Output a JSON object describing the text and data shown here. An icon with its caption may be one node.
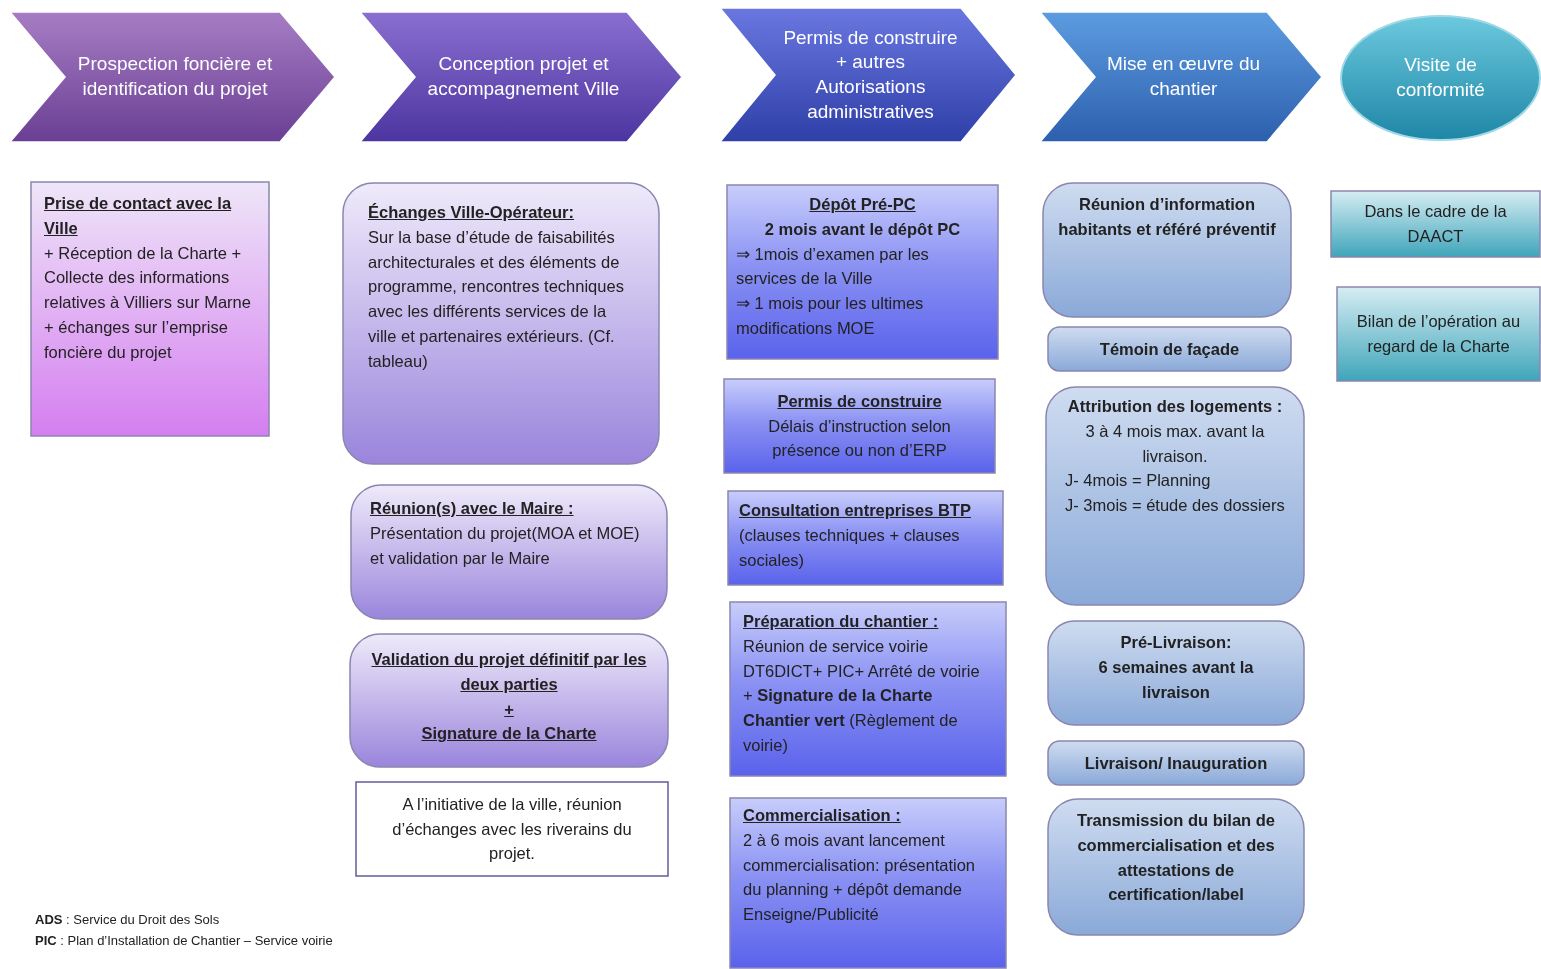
{
  "diagram": {
    "nodes": [
      {
        "text": [
          "Prospection foncière et identification du projet"
        ]
      },
      {
        "text": [
          "Conception projet et accompagnement Ville"
        ]
      },
      {
        "text": [
          "Permis de construire + autres Autorisations administratives"
        ]
      },
      {
        "text": [
          "Mise en œuvre du chantier"
        ]
      },
      {
        "text": [
          "Visite de conformité"
        ]
      },
      {
        "text": [
          "Prise de contact avec la Ville",
          "+ Réception de la Charte + Collecte des informations relatives à Villiers sur Marne + échanges sur l’emprise foncière du projet"
        ]
      },
      {
        "text": [
          "Échanges Ville-Opérateur:",
          "Sur la base d’étude de faisabilités architecturales et des éléments de programme, rencontres techniques avec les différents services de la ville et partenaires extérieurs. (Cf. tableau)"
        ]
      },
      {
        "text": [
          "Réunion(s) avec le Maire :",
          "Présentation du projet(MOA et MOE) et validation par le Maire"
        ]
      },
      {
        "text": [
          "Validation du projet définitif par les deux parties",
          "+",
          "Signature de la Charte"
        ]
      },
      {
        "text": [
          "A l’initiative de la ville, réunion d’échanges avec les riverains du projet."
        ]
      },
      {
        "text": [
          "Dépôt Pré-PC",
          "2 mois avant le dépôt PC",
          "⇒ 1mois d’examen par les services de la Ville",
          "⇒ 1 mois pour les ultimes modifications MOE"
        ]
      },
      {
        "text": [
          "Permis de construire",
          "Délais d’instruction selon présence ou non d’ERP"
        ]
      },
      {
        "text": [
          "Consultation entreprises BTP",
          "(clauses techniques + clauses sociales)"
        ]
      },
      {
        "text": [
          "Préparation du chantier :",
          "Réunion de service voirie DT6DICT+ PIC+ Arrêté de voirie + **Signature de la Charte Chantier vert** (Règlement de voirie)"
        ]
      },
      {
        "text": [
          "Commercialisation :",
          "2 à 6 mois avant lancement commercialisation: présentation du planning + dépôt demande Enseigne/Publicité"
        ]
      },
      {
        "text": [
          "Réunion d’information habitants et référé préventif"
        ]
      },
      {
        "text": [
          "Témoin de façade"
        ]
      },
      {
        "text": [
          "Attribution des logements :",
          "3 à 4 mois max. avant la livraison.",
          "J- 4mois = Planning",
          "J- 3mois = étude des dossiers"
        ]
      },
      {
        "text": [
          "Pré-Livraison:",
          "6 semaines avant la livraison"
        ]
      },
      {
        "text": [
          "Livraison/ Inauguration"
        ]
      },
      {
        "text": [
          "Transmission du bilan de commercialisation et des attestations de certification/label"
        ]
      },
      {
        "text": [
          "Dans le cadre de la DAACT"
        ]
      },
      {
        "text": [
          "Bilan de l’opération au regard de la Charte"
        ]
      }
    ],
    "labels": [
      "**ADS** : Service du Droit des Sols",
      "**PIC** : Plan d’Installation de Chantier – Service voirie"
    ]
  }
}
